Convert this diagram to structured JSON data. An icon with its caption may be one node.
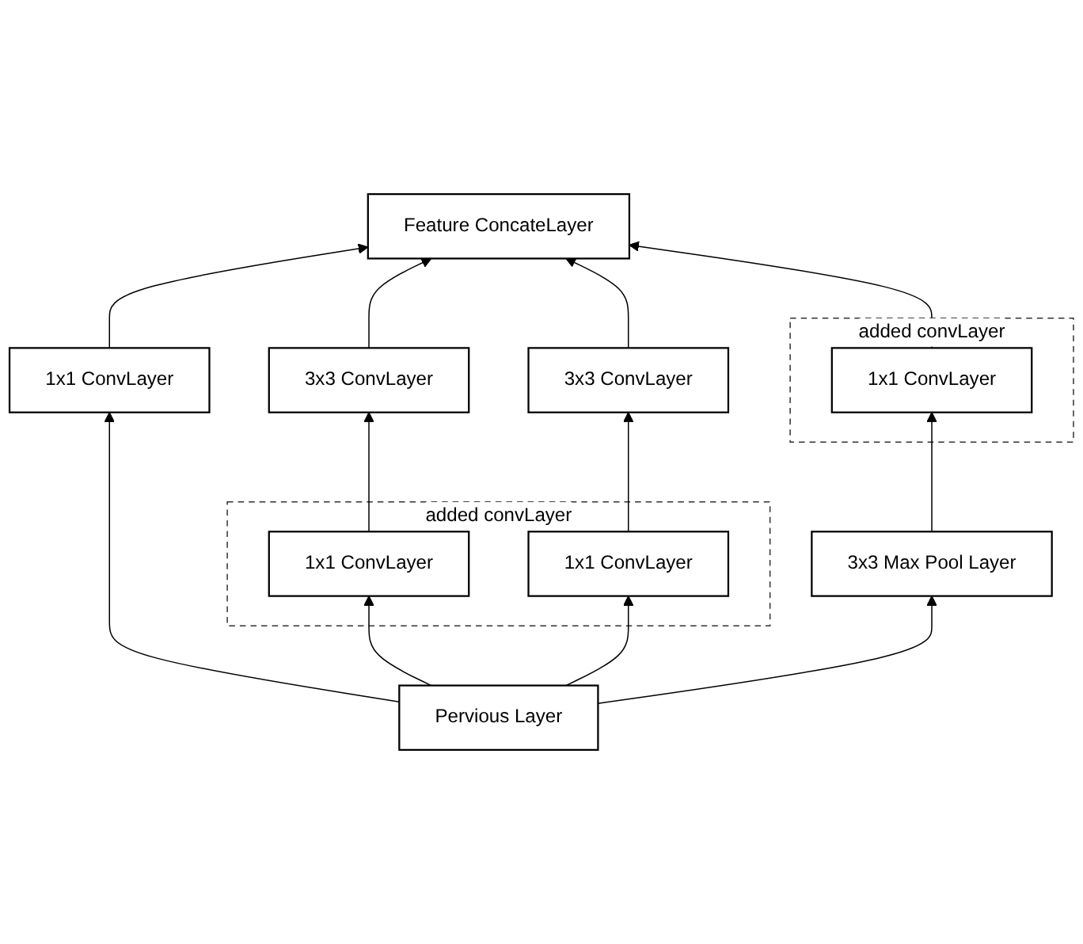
{
  "diagram": {
    "nodes": [
      {
        "text": [
          "Feature ConcateLayer"
        ]
      },
      {
        "text": [
          "1x1 ConvLayer"
        ]
      },
      {
        "text": [
          "3x3 ConvLayer"
        ]
      },
      {
        "text": [
          "3x3 ConvLayer"
        ]
      },
      {
        "text": [
          "added convLayer"
        ]
      },
      {
        "text": [
          "1x1 ConvLayer"
        ],
        "in": 4
      },
      {
        "text": [
          "added convLayer"
        ]
      },
      {
        "text": [
          "1x1 ConvLayer"
        ],
        "in": 6
      },
      {
        "text": [
          "1x1 ConvLayer"
        ],
        "in": 6
      },
      {
        "text": [
          "3x3 Max Pool Layer"
        ]
      },
      {
        "text": [
          "Pervious Layer"
        ]
      }
    ],
    "edges": [
      {
        "from": 1,
        "to": 0,
        "arrow": "to"
      },
      {
        "from": 2,
        "to": 0,
        "arrow": "to"
      },
      {
        "from": 3,
        "to": 0,
        "arrow": "to"
      },
      {
        "from": 5,
        "to": 0,
        "arrow": "to"
      },
      {
        "from": 7,
        "to": 2,
        "arrow": "to"
      },
      {
        "from": 8,
        "to": 3,
        "arrow": "to"
      },
      {
        "from": 9,
        "to": 5,
        "arrow": "to"
      },
      {
        "from": 10,
        "to": 1,
        "arrow": "to"
      },
      {
        "from": 10,
        "to": 7,
        "arrow": "to"
      },
      {
        "from": 10,
        "to": 8,
        "arrow": "to"
      },
      {
        "from": 10,
        "to": 9,
        "arrow": "to"
      }
    ]
  }
}
